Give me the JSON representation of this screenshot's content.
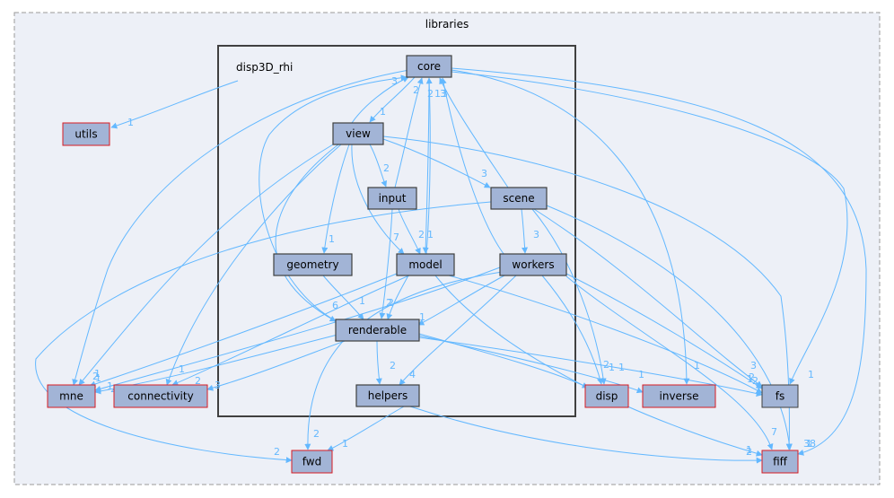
{
  "graph": {
    "outer_cluster_label": "libraries",
    "inner_cluster_label": "disp3D_rhi",
    "colors": {
      "background": "#ffffff",
      "outer_fill": "#edf0f7",
      "outer_border": "#9a9a9a",
      "inner_border": "#404040",
      "node_fill": "#a2b4d6",
      "node_border": "#3f3f3f",
      "external_border": "#d81b23",
      "edge": "#63b8ff"
    },
    "nodes": [
      {
        "id": "core",
        "label": "core",
        "kind": "internal"
      },
      {
        "id": "view",
        "label": "view",
        "kind": "internal"
      },
      {
        "id": "input",
        "label": "input",
        "kind": "internal"
      },
      {
        "id": "scene",
        "label": "scene",
        "kind": "internal"
      },
      {
        "id": "geometry",
        "label": "geometry",
        "kind": "internal"
      },
      {
        "id": "model",
        "label": "model",
        "kind": "internal"
      },
      {
        "id": "workers",
        "label": "workers",
        "kind": "internal"
      },
      {
        "id": "renderable",
        "label": "renderable",
        "kind": "internal"
      },
      {
        "id": "helpers",
        "label": "helpers",
        "kind": "internal"
      },
      {
        "id": "utils",
        "label": "utils",
        "kind": "external"
      },
      {
        "id": "mne",
        "label": "mne",
        "kind": "external"
      },
      {
        "id": "connectivity",
        "label": "connectivity",
        "kind": "external"
      },
      {
        "id": "disp",
        "label": "disp",
        "kind": "external"
      },
      {
        "id": "inverse",
        "label": "inverse",
        "kind": "external"
      },
      {
        "id": "fs",
        "label": "fs",
        "kind": "plain"
      },
      {
        "id": "fwd",
        "label": "fwd",
        "kind": "external"
      },
      {
        "id": "fiff",
        "label": "fiff",
        "kind": "external"
      }
    ],
    "edges": [
      {
        "from": "cluster",
        "to": "utils",
        "label": "1"
      },
      {
        "from": "core",
        "to": "view",
        "label": "1"
      },
      {
        "from": "view",
        "to": "core",
        "label": "2"
      },
      {
        "from": "input",
        "to": "core",
        "label": "2"
      },
      {
        "from": "model",
        "to": "core",
        "label": "1"
      },
      {
        "from": "core",
        "to": "model",
        "label": "1"
      },
      {
        "from": "scene",
        "to": "core",
        "label": "3"
      },
      {
        "from": "workers",
        "to": "core",
        "label": "3"
      },
      {
        "from": "renderable",
        "to": "core",
        "label": "3"
      },
      {
        "from": "view",
        "to": "input",
        "label": "2"
      },
      {
        "from": "view",
        "to": "scene",
        "label": "3"
      },
      {
        "from": "view",
        "to": "geometry",
        "label": "1"
      },
      {
        "from": "view",
        "to": "model",
        "label": "7"
      },
      {
        "from": "view",
        "to": "renderable",
        "label": "6"
      },
      {
        "from": "input",
        "to": "model",
        "label": "2"
      },
      {
        "from": "input",
        "to": "renderable",
        "label": "2"
      },
      {
        "from": "scene",
        "to": "workers",
        "label": "3"
      },
      {
        "from": "geometry",
        "to": "renderable",
        "label": "1"
      },
      {
        "from": "model",
        "to": "renderable",
        "label": "2"
      },
      {
        "from": "workers",
        "to": "renderable",
        "label": "1"
      },
      {
        "from": "renderable",
        "to": "helpers",
        "label": "2"
      },
      {
        "from": "workers",
        "to": "helpers",
        "label": "4"
      },
      {
        "from": "core",
        "to": "mne",
        "label": "2"
      },
      {
        "from": "view",
        "to": "mne",
        "label": "1"
      },
      {
        "from": "model",
        "to": "mne",
        "label": "1"
      },
      {
        "from": "renderable",
        "to": "mne",
        "label": "2"
      },
      {
        "from": "workers",
        "to": "mne",
        "label": "1"
      },
      {
        "from": "view",
        "to": "connectivity",
        "label": "1"
      },
      {
        "from": "renderable",
        "to": "connectivity",
        "label": "3"
      },
      {
        "from": "model",
        "to": "connectivity",
        "label": "2"
      },
      {
        "from": "scene",
        "to": "disp",
        "label": "1"
      },
      {
        "from": "workers",
        "to": "disp",
        "label": "1"
      },
      {
        "from": "renderable",
        "to": "disp",
        "label": "2"
      },
      {
        "from": "core",
        "to": "inverse",
        "label": "1"
      },
      {
        "from": "renderable",
        "to": "inverse",
        "label": "1"
      },
      {
        "from": "core",
        "to": "fs",
        "label": "1"
      },
      {
        "from": "scene",
        "to": "fs",
        "label": "3"
      },
      {
        "from": "workers",
        "to": "fs",
        "label": "2"
      },
      {
        "from": "model",
        "to": "fs",
        "label": "1"
      },
      {
        "from": "renderable",
        "to": "fs",
        "label": "2"
      },
      {
        "from": "scene",
        "to": "fwd",
        "label": "2"
      },
      {
        "from": "workers",
        "to": "fwd",
        "label": "2"
      },
      {
        "from": "helpers",
        "to": "fwd",
        "label": "1"
      },
      {
        "from": "core",
        "to": "fiff",
        "label": "8"
      },
      {
        "from": "view",
        "to": "fiff",
        "label": "3"
      },
      {
        "from": "scene",
        "to": "fiff",
        "label": "1"
      },
      {
        "from": "workers",
        "to": "fiff",
        "label": "7"
      },
      {
        "from": "model",
        "to": "fiff",
        "label": "1"
      },
      {
        "from": "helpers",
        "to": "fiff",
        "label": "2"
      }
    ]
  }
}
